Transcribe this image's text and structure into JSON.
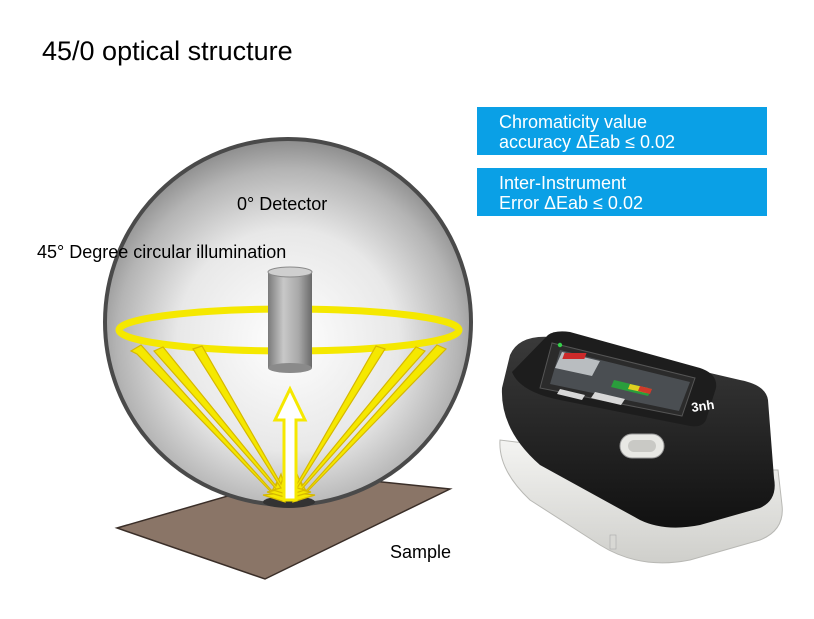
{
  "title": "45/0 optical structure",
  "specs": [
    {
      "line1": "Chromaticity value",
      "line2": "accuracy ΔEab ≤ 0.02"
    },
    {
      "line1": "Inter-Instrument",
      "line2": "Error ΔEab ≤ 0.02"
    }
  ],
  "diagram": {
    "detector_label": "0° Detector",
    "illumination_label": "45° Degree circular illumination",
    "sample_label": "Sample"
  },
  "device": {
    "brand": "3nh"
  },
  "colors": {
    "accent_box": "#0aa0e6",
    "illumination": "#f5e800",
    "sample": "#8a7567",
    "sphere_outline": "#4a4a4a"
  }
}
